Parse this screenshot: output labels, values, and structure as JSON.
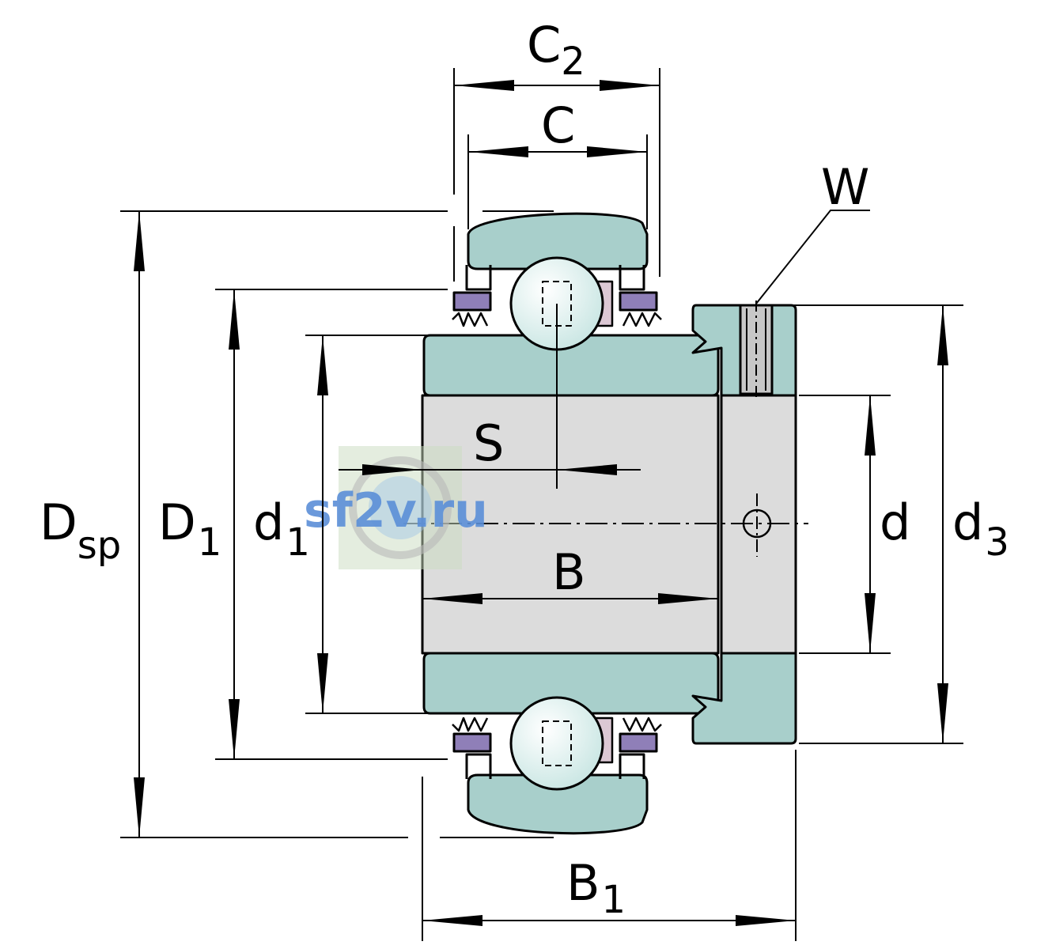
{
  "labels": {
    "C2": {
      "main": "C",
      "sub": "2"
    },
    "C": {
      "main": "C",
      "sub": ""
    },
    "W": {
      "main": "W",
      "sub": ""
    },
    "S": {
      "main": "S",
      "sub": ""
    },
    "Dsp": {
      "main": "D",
      "sub": "sp"
    },
    "D1": {
      "main": "D",
      "sub": "1"
    },
    "d1": {
      "main": "d",
      "sub": "1"
    },
    "d": {
      "main": "d",
      "sub": ""
    },
    "d3": {
      "main": "d",
      "sub": "3"
    },
    "B": {
      "main": "B",
      "sub": ""
    },
    "B1": {
      "main": "B",
      "sub": "1"
    }
  },
  "watermark": {
    "text": "sf2v.ru"
  },
  "colors": {
    "ring": "#a8cfcb",
    "bore": "#dcdcdc",
    "seal": "#8f7fb8",
    "ball": "#dcefee",
    "line": "#000000",
    "watermark_text": "#5b8fd8"
  }
}
